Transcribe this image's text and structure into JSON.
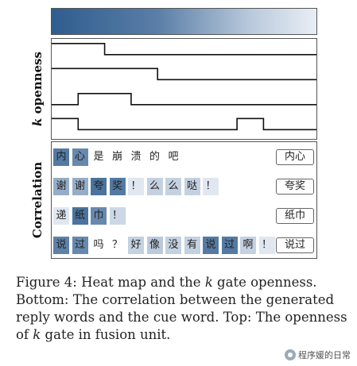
{
  "figure": {
    "gate_axis_label": {
      "prefix": "k",
      "suffix": " openness"
    },
    "correlation_axis_label": "Correlation",
    "gate_levels": [
      [
        1,
        1,
        0,
        0,
        0,
        0,
        0,
        0,
        0,
        0
      ],
      [
        1,
        1,
        1,
        1,
        0,
        0,
        0,
        0,
        0,
        0
      ],
      [
        0,
        1,
        1,
        0,
        0,
        0,
        0,
        0,
        0,
        0
      ],
      [
        1,
        0,
        0,
        0,
        0,
        0,
        0,
        1,
        0,
        0
      ]
    ],
    "correlation_rows": [
      {
        "cue_word": "内心",
        "tokens": [
          {
            "char": "内",
            "weight": 0.8
          },
          {
            "char": "心",
            "weight": 0.7
          },
          {
            "char": "是",
            "weight": 0
          },
          {
            "char": "崩",
            "weight": 0
          },
          {
            "char": "溃",
            "weight": 0
          },
          {
            "char": "的",
            "weight": 0
          },
          {
            "char": "吧",
            "weight": 0
          }
        ]
      },
      {
        "cue_word": "夸奖",
        "tokens": [
          {
            "char": "谢",
            "weight": 0.45
          },
          {
            "char": "谢",
            "weight": 0.45
          },
          {
            "char": "夸",
            "weight": 0.85
          },
          {
            "char": "奖",
            "weight": 0.8
          },
          {
            "char": "！",
            "weight": 0.05
          },
          {
            "char": "么",
            "weight": 0.2
          },
          {
            "char": "么",
            "weight": 0.2
          },
          {
            "char": "哒",
            "weight": 0.2
          },
          {
            "char": "！",
            "weight": 0.05
          }
        ]
      },
      {
        "cue_word": "纸巾",
        "tokens": [
          {
            "char": "递",
            "weight": 0.05
          },
          {
            "char": "纸",
            "weight": 0.85
          },
          {
            "char": "巾",
            "weight": 0.7
          },
          {
            "char": "！",
            "weight": 0.15
          }
        ]
      },
      {
        "cue_word": "说过",
        "tokens": [
          {
            "char": "说",
            "weight": 0.75
          },
          {
            "char": "过",
            "weight": 0.7
          },
          {
            "char": "吗",
            "weight": 0
          },
          {
            "char": "？",
            "weight": 0
          },
          {
            "char": "好",
            "weight": 0.2
          },
          {
            "char": "像",
            "weight": 0.25
          },
          {
            "char": "没",
            "weight": 0.2
          },
          {
            "char": "有",
            "weight": 0.2
          },
          {
            "char": "说",
            "weight": 0.8
          },
          {
            "char": "过",
            "weight": 0.8
          },
          {
            "char": "啊",
            "weight": 0.2
          },
          {
            "char": "！",
            "weight": 0.05
          }
        ]
      }
    ]
  },
  "caption": {
    "part1": "Figure 4: Heat map and the ",
    "k1": "k",
    "part2": " gate openness. Bottom: The correlation between the generated reply words and the cue word. Top: The openness of ",
    "k2": "k",
    "part3": " gate in fusion unit."
  },
  "watermark": "程序媛的日常",
  "colors": {
    "heat_dark": "#2f5d8e",
    "heat_light": "#e9eef5",
    "frame": "#555555"
  }
}
